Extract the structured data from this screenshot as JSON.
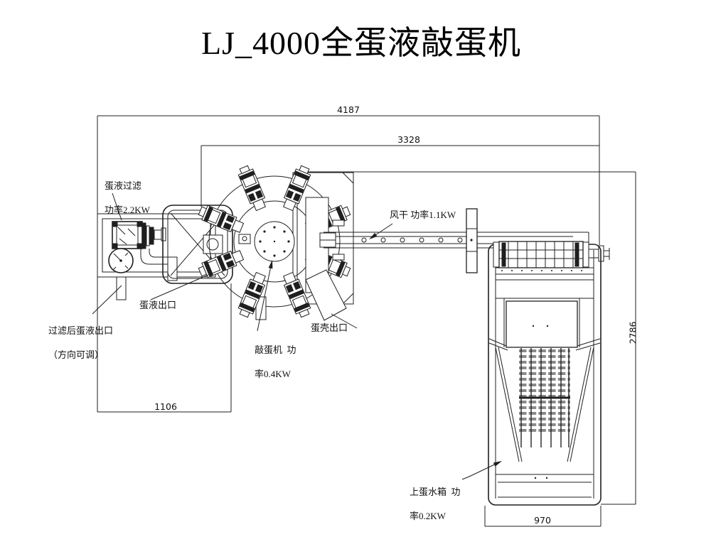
{
  "title": "LJ_4000全蛋液敲蛋机",
  "dimensions": {
    "overall_width": "4187",
    "upper_section_width": "3328",
    "filter_section_width": "1106",
    "tank_height": "2786",
    "tank_width": "970"
  },
  "labels": {
    "egg_filter": {
      "line1": "蛋液过滤",
      "line2": "功率2.2KW"
    },
    "air_dry": "风干 功率1.1KW",
    "filtered_egg_outlet": {
      "line1": "过滤后蛋液出口",
      "line2": "（方向可调）"
    },
    "egg_liquid_outlet": "蛋液出口",
    "egg_breaker": {
      "line1": "敲蛋机  功",
      "line2": "率0.4KW"
    },
    "egg_shell_outlet": "蛋壳出口",
    "egg_water_tank": {
      "line1": "上蛋水箱  功",
      "line2": "率0.2KW"
    }
  },
  "colors": {
    "line": "#1f1f1f",
    "background": "#ffffff"
  }
}
